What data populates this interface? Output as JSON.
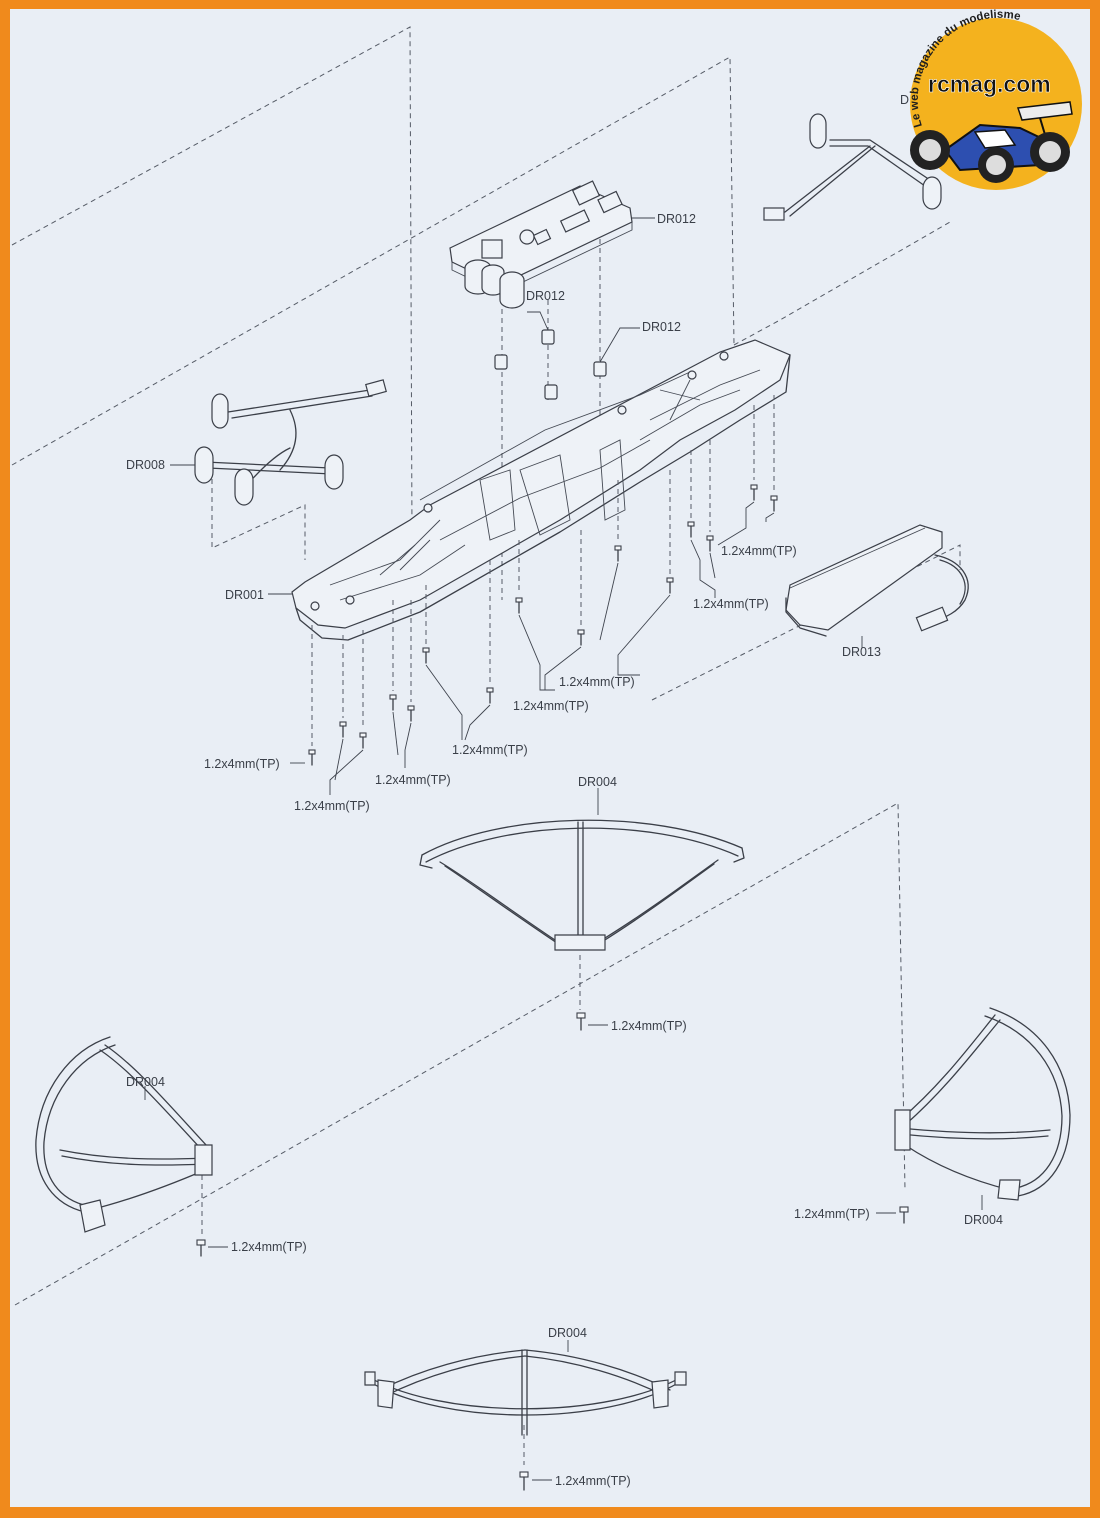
{
  "logo": {
    "tagline": "Le web magazine du modelisme",
    "brand": "rcmag.com"
  },
  "parts": {
    "board": "DR012",
    "board_mount_left": "DR012",
    "board_mount_right": "DR012",
    "harness_left": "DR008",
    "chassis": "DR001",
    "battery": "DR013",
    "guard_center": "DR004",
    "guard_left": "DR004",
    "guard_right": "DR004",
    "guard_bottom": "DR004",
    "harness_right_partial": "D"
  },
  "screws": {
    "s1": "1.2x4mm(TP)",
    "s2": "1.2x4mm(TP)",
    "s3": "1.2x4mm(TP)",
    "s4": "1.2x4mm(TP)",
    "s5": "1.2x4mm(TP)",
    "s6": "1.2x4mm(TP)",
    "s7": "1.2x4mm(TP)",
    "s8": "1.2x4mm(TP)",
    "s9": "1.2x4mm(TP)",
    "s10": "1.2x4mm(TP)",
    "s11": "1.2x4mm(TP)",
    "s12": "1.2x4mm(TP)"
  },
  "colors": {
    "frame": "#f08a1c",
    "paper": "#e9eef5",
    "ink": "#3b3f48",
    "logo_yellow": "#f4b21e"
  }
}
